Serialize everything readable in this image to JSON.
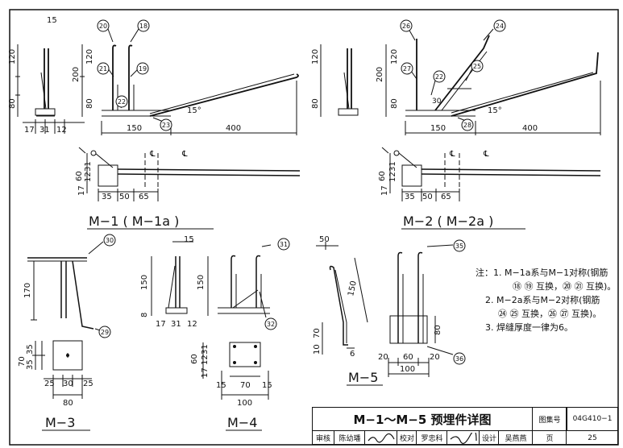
{
  "views": {
    "m1": {
      "title": "M−1 ( M−1a )",
      "circles": [
        "15",
        "20",
        "18",
        "21",
        "19",
        "22",
        "23"
      ],
      "dims_vertical": [
        "120",
        "80",
        "200",
        "120",
        "80"
      ],
      "dims_horizontal": [
        "17",
        "31",
        "12",
        "150",
        "400"
      ],
      "plan_dims": [
        "60",
        "31",
        "12",
        "17",
        "35",
        "50",
        "65"
      ],
      "angle": "15°",
      "axis_mark": "℄"
    },
    "m2": {
      "title": "M−2 ( M−2a )",
      "circles": [
        "26",
        "24",
        "27",
        "22",
        "25",
        "28"
      ],
      "dims_vertical": [
        "120",
        "80",
        "200",
        "120",
        "80"
      ],
      "dims_horizontal": [
        "150",
        "400"
      ],
      "plan_dims": [
        "60",
        "31",
        "12",
        "17",
        "35",
        "50",
        "65"
      ],
      "angle": "15°",
      "small_dim": "30",
      "axis_mark": "℄"
    },
    "m3": {
      "title": "M−3",
      "circles": [
        "30",
        "29"
      ],
      "dims": [
        "170",
        "70",
        "35",
        "35",
        "25",
        "30",
        "25",
        "80"
      ]
    },
    "m4": {
      "title": "M−4",
      "circles": [
        "31",
        "32"
      ],
      "dims": [
        "15",
        "150",
        "150",
        "8",
        "17",
        "31",
        "12",
        "60",
        "31",
        "12",
        "17",
        "15",
        "70",
        "15",
        "100"
      ]
    },
    "m5": {
      "title": "M−5",
      "circles": [
        "35",
        "36"
      ],
      "dims": [
        "50",
        "150",
        "70",
        "10",
        "6",
        "80",
        "20",
        "60",
        "20",
        "100"
      ]
    }
  },
  "notes": [
    "注：1. M−1a系与M−1对称(钢筋",
    "⑱ ⑲ 互换，⑳ ㉑ 互换)。",
    "2. M−2a系与M−2对称(钢筋",
    "㉔ ㉕ 互换，㉖ ㉗ 互换)。",
    "3. 焊缝厚度一律为6。"
  ],
  "title_block": {
    "title": "M−1～M−5 预埋件详图",
    "atlas_label": "图集号",
    "atlas_no": "04G410−1",
    "page_label": "页",
    "page_no": "25",
    "row2": [
      "审核",
      "陈幼璠",
      "校对",
      "罗忠科",
      "设计",
      "吴燕燕"
    ]
  }
}
